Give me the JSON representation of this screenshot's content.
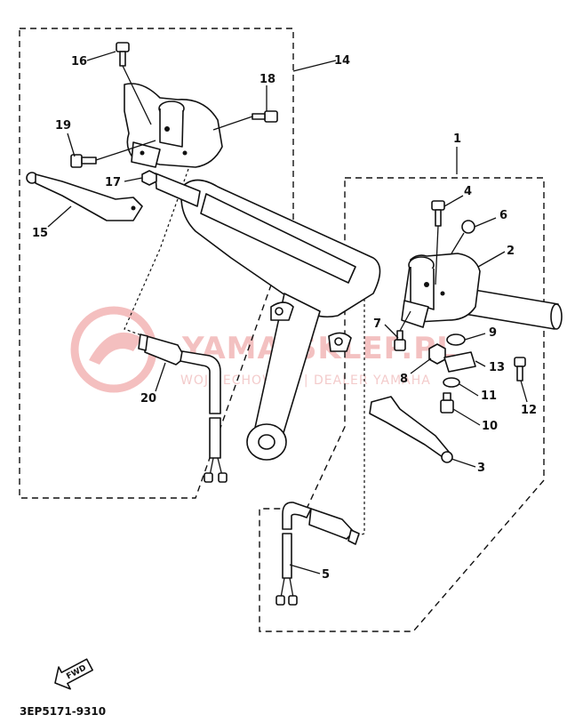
{
  "diagram": {
    "code": "3EP5171-9310",
    "fwd_label": "FWD",
    "watermark": {
      "main": "YAMA-SKLEP.PL",
      "sub": "WOJCIECHOWICZ | DEALER YAMAHA"
    },
    "callouts": [
      {
        "id": "c1",
        "text": "1"
      },
      {
        "id": "c2",
        "text": "2"
      },
      {
        "id": "c3",
        "text": "3"
      },
      {
        "id": "c4",
        "text": "4"
      },
      {
        "id": "c5",
        "text": "5"
      },
      {
        "id": "c6",
        "text": "6"
      },
      {
        "id": "c7",
        "text": "7"
      },
      {
        "id": "c8",
        "text": "8"
      },
      {
        "id": "c9",
        "text": "9"
      },
      {
        "id": "c10",
        "text": "10"
      },
      {
        "id": "c11",
        "text": "11"
      },
      {
        "id": "c12",
        "text": "12"
      },
      {
        "id": "c13",
        "text": "13"
      },
      {
        "id": "c14",
        "text": "14"
      },
      {
        "id": "c15",
        "text": "15"
      },
      {
        "id": "c16",
        "text": "16"
      },
      {
        "id": "c17",
        "text": "17"
      },
      {
        "id": "c18",
        "text": "18"
      },
      {
        "id": "c19",
        "text": "19"
      },
      {
        "id": "c20",
        "text": "20"
      }
    ]
  }
}
